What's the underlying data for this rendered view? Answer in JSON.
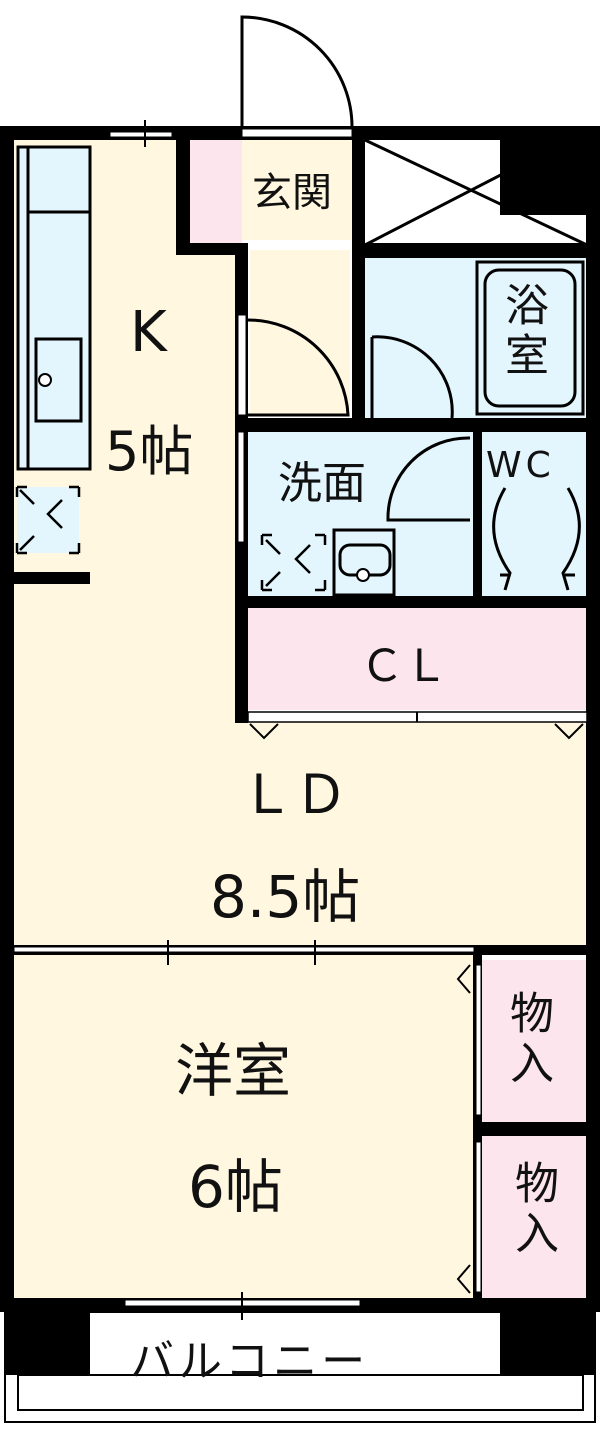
{
  "colors": {
    "wall": "#000000",
    "living_floor": "#fff7e0",
    "wet_area": "#e3f5fd",
    "storage": "#fde5ee",
    "background": "#ffffff"
  },
  "rooms": {
    "entrance": {
      "label": "玄関"
    },
    "kitchen": {
      "label": "K",
      "size": "5帖"
    },
    "bath": {
      "label": "浴室"
    },
    "washroom": {
      "label": "洗面"
    },
    "toilet": {
      "label": "WC"
    },
    "closet": {
      "label": "ＣＬ"
    },
    "living_dining": {
      "label": "ＬＤ",
      "size": "8.5帖"
    },
    "western_room": {
      "label": "洋室",
      "size": "6帖"
    },
    "storage_upper": {
      "label": "物入"
    },
    "storage_lower": {
      "label": "物入"
    },
    "balcony": {
      "label": "バルコニー"
    }
  }
}
